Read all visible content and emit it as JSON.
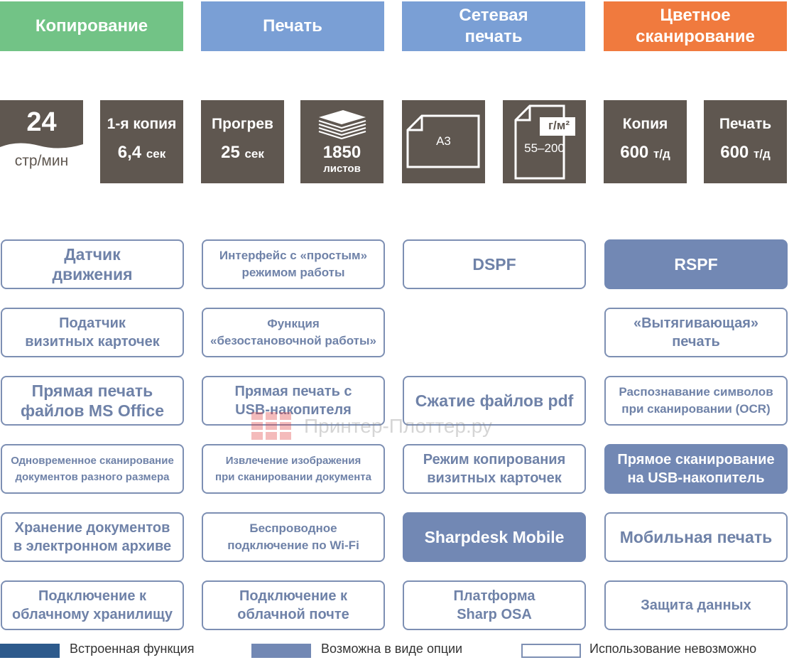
{
  "headers": {
    "copy": "Копирование",
    "print": "Печать",
    "network_print": "Сетевая\nпечать",
    "color_scan": "Цветное\nсканирование"
  },
  "specs": {
    "speed_value": "24",
    "speed_unit": "стр/мин",
    "first_copy_label": "1-я копия",
    "first_copy_value": "6,4",
    "first_copy_unit": "сек",
    "warmup_label": "Прогрев",
    "warmup_value": "25",
    "warmup_unit": "сек",
    "paper_capacity_value": "1850",
    "paper_capacity_unit": "листов",
    "paper_size": "A3",
    "paper_weight_unit": "г/м²",
    "paper_weight_range": "55–200",
    "copy_res_label": "Копия",
    "copy_res_value": "600",
    "copy_res_unit": "т/д",
    "print_res_label": "Печать",
    "print_res_value": "600",
    "print_res_unit": "т/д"
  },
  "features": {
    "motion_sensor": "Датчик\nдвижения",
    "simple_mode": "Интерфейс с «простым»\nрежимом работы",
    "dspf": "DSPF",
    "rspf": "RSPF",
    "card_feeder": "Податчик\nвизитных карточек",
    "nonstop": "Функция\n«безостановочной работы»",
    "pull_print": "«Вытягивающая»\nпечать",
    "ms_office": "Прямая печать\nфайлов MS Office",
    "usb_print": "Прямая печать с\nUSB-накопителя",
    "pdf_compress": "Сжатие файлов pdf",
    "ocr": "Распознавание символов\nпри сканировании (OCR)",
    "mixed_scan": "Одновременное сканирование\nдокументов разного размера",
    "image_extract": "Извлечение изображения\nпри сканировании документа",
    "card_copy": "Режим копирования\nвизитных карточек",
    "scan_usb": "Прямое сканирование\nна  USB-накопитель",
    "archive": "Хранение документов\nв электронном архиве",
    "wifi": "Беспроводное\nподключение по Wi-Fi",
    "sharpdesk": "Sharpdesk Mobile",
    "mobile_print": "Мобильная печать",
    "cloud_storage": "Подключение к\nоблачному хранилищу",
    "cloud_mail": "Подключение к\nоблачной почте",
    "osa": "Платформа\nSharp OSA",
    "data_security": "Защита данных"
  },
  "legend": {
    "builtin": "Встроенная функция",
    "optional": "Возможна в виде опции",
    "unavailable": "Использование невозможно"
  },
  "watermark": "Принтер-Плоттер.ру",
  "colors": {
    "copy_header": "#72c386",
    "print_header": "#7a9fd5",
    "scan_header": "#f07a3e",
    "spec_tile": "#5f5750",
    "builtin": "#2d5a8c",
    "optional": "#7288b4",
    "unavailable_border": "#7d8fb3"
  }
}
